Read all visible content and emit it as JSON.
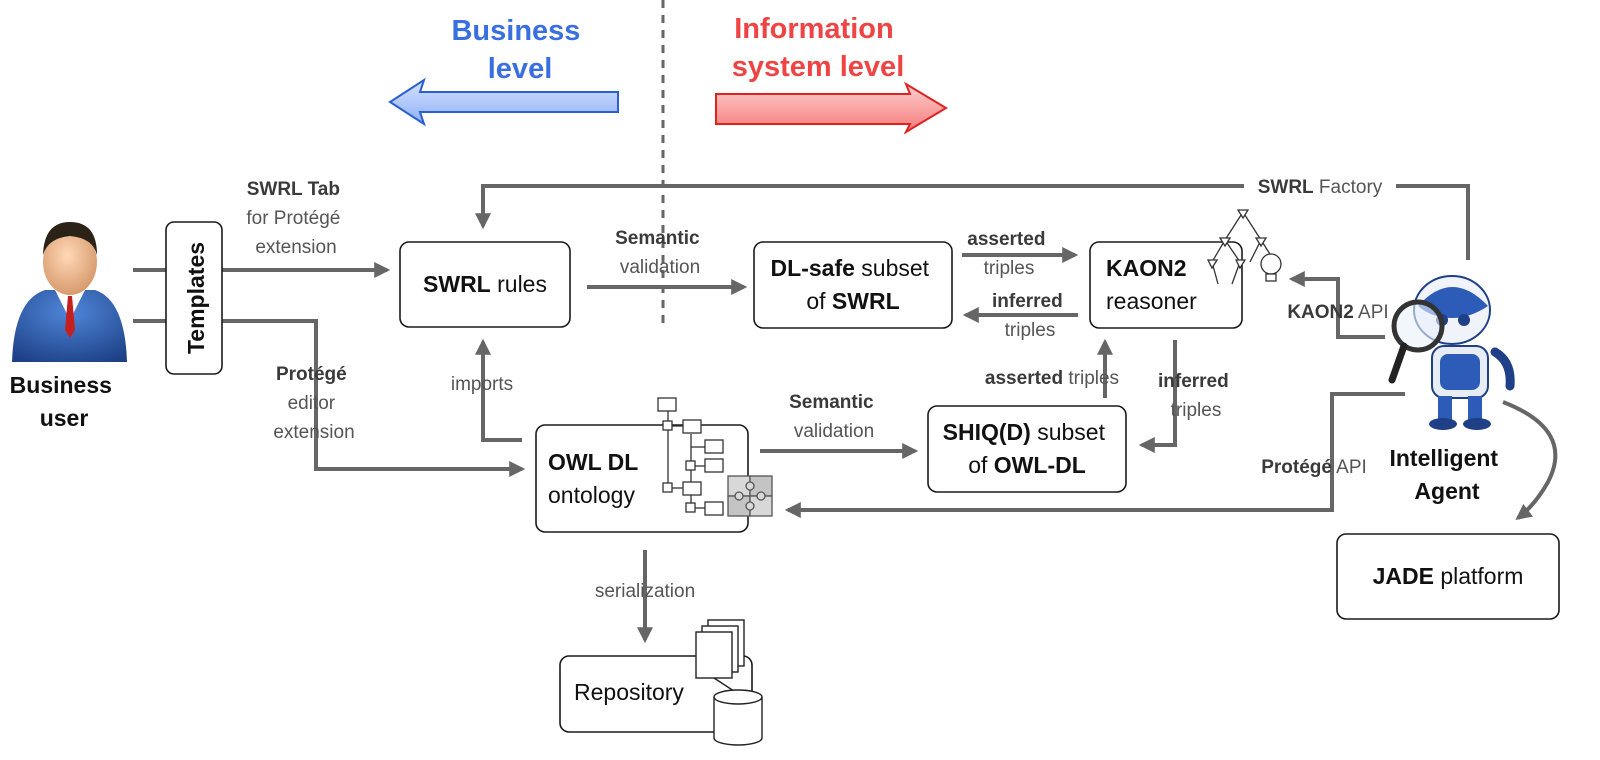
{
  "levels": {
    "business": [
      "Business",
      "level"
    ],
    "information": [
      "Information",
      "system level"
    ],
    "business_color": "#3a6fe0",
    "information_color": "#ee4444"
  },
  "actors": {
    "business_user": [
      "Business",
      "user"
    ],
    "agent": [
      "Intelligent",
      "Agent"
    ]
  },
  "boxes": {
    "templates": "Templates",
    "swrl_rules": {
      "bold": "SWRL",
      "rest": " rules"
    },
    "dl_safe": {
      "line1_bold": "DL-safe",
      "line1_rest": " subset",
      "line2_pre": "of ",
      "line2_bold": "SWRL"
    },
    "kaon2": {
      "line1_bold": "KAON2",
      "line2": "reasoner"
    },
    "owl_dl": {
      "line1_bold": "OWL DL",
      "line2": "ontology"
    },
    "shiq": {
      "line1_bold": "SHIQ(D)",
      "line1_rest": " subset",
      "line2_pre": "of ",
      "line2_bold": "OWL-DL"
    },
    "jade": {
      "bold": "JADE",
      "rest": " platform"
    },
    "repository": "Repository"
  },
  "labels": {
    "swrl_tab": {
      "bold": "SWRL Tab",
      "line2": "for Protégé",
      "line3": "extension"
    },
    "protege_editor": {
      "bold": "Protégé",
      "line2": "editor",
      "line3": "extension"
    },
    "semantic_validation_top": {
      "bold": "Semantic",
      "line2": "validation"
    },
    "semantic_validation_bottom": {
      "bold": "Semantic",
      "line2": "validation"
    },
    "asserted_top": {
      "bold": "asserted",
      "line2": "triples"
    },
    "inferred_top": {
      "bold": "inferred",
      "line2": "triples"
    },
    "asserted_bottom": {
      "bold": "asserted",
      "rest": " triples"
    },
    "inferred_bottom": {
      "bold": "inferred",
      "line2": "triples"
    },
    "imports": "imports",
    "serialization": "serialization",
    "swrl_factory": {
      "bold": "SWRL",
      "rest": " Factory"
    },
    "kaon2_api": {
      "bold": "KAON2",
      "rest": " API"
    },
    "protege_api": {
      "bold": "Protégé",
      "rest": " API"
    }
  }
}
